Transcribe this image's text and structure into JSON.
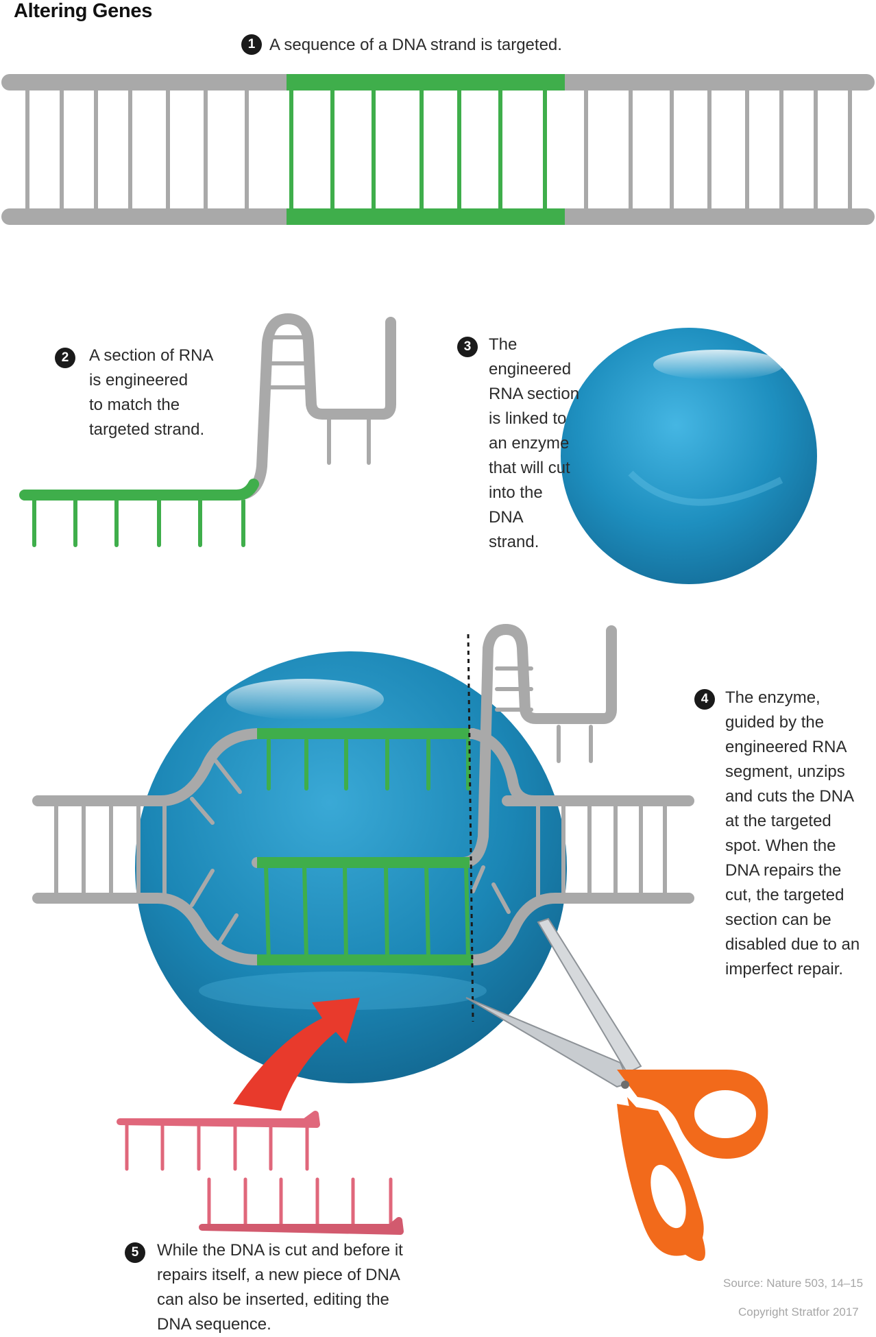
{
  "title": "Altering Genes",
  "steps": [
    {
      "num": "1",
      "text": "A sequence of a DNA strand is targeted."
    },
    {
      "num": "2",
      "lines": [
        "A section of RNA",
        "is engineered",
        "to match the",
        "targeted strand."
      ]
    },
    {
      "num": "3",
      "lines": [
        "The",
        "engineered",
        "RNA section",
        "is linked to",
        "an enzyme",
        "that will cut",
        "into the",
        "DNA",
        "strand."
      ]
    },
    {
      "num": "4",
      "lines": [
        "The enzyme,",
        "guided by the",
        "engineered RNA",
        "segment, unzips",
        "and cuts the DNA",
        "at the targeted",
        "spot. When the",
        "DNA repairs the",
        "cut, the targeted",
        "section can be",
        "disabled due to an",
        "imperfect repair."
      ]
    },
    {
      "num": "5",
      "lines": [
        "While the DNA is cut and before it",
        "repairs itself, a new piece of DNA",
        "can also be inserted, editing the",
        "DNA sequence."
      ]
    }
  ],
  "source": "Source: Nature 503, 14–15",
  "copyright": "Copyright Stratfor 2017",
  "colors": {
    "dna": "#a9a9a9",
    "target": "#3fae4b",
    "enzyme": "#1f8fbd",
    "insert": "#e0677b",
    "arrow": "#e83a2c",
    "scissors": "#f26a1b"
  }
}
